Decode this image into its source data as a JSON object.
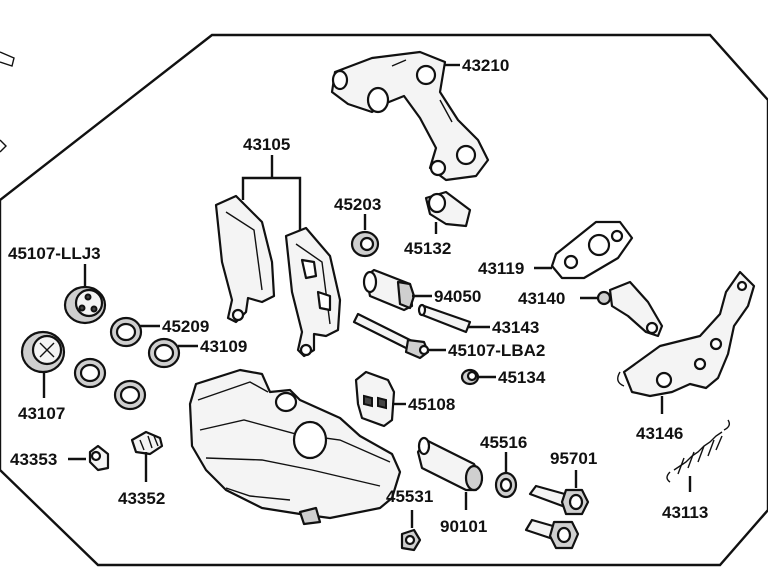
{
  "labels": {
    "p43210": "43210",
    "p43105": "43105",
    "p45203": "45203",
    "p45132": "45132",
    "p43119": "43119",
    "p45107_llj3": "45107-LLJ3",
    "p94050": "94050",
    "p43140": "43140",
    "p45209": "45209",
    "p43143": "43143",
    "p43109": "43109",
    "p45107_lba2": "45107-LBA2",
    "p45134": "45134",
    "p43107": "43107",
    "p45108": "45108",
    "p43146": "43146",
    "p45516": "45516",
    "p95701": "95701",
    "p43353": "43353",
    "p43352": "43352",
    "p43113": "43113",
    "p45531": "45531",
    "p90101": "90101"
  }
}
